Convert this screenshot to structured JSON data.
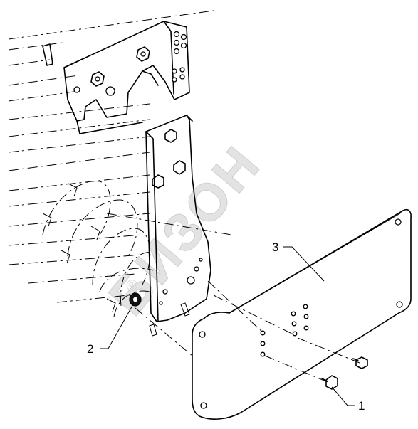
{
  "watermark": {
    "text": "БИЗОН",
    "mark": "®"
  },
  "callouts": [
    {
      "id": "1",
      "label": "1"
    },
    {
      "id": "2",
      "label": "2"
    },
    {
      "id": "3",
      "label": "3"
    }
  ],
  "colors": {
    "line": "#000000",
    "background": "#ffffff",
    "watermark": "#d9d9d9"
  }
}
